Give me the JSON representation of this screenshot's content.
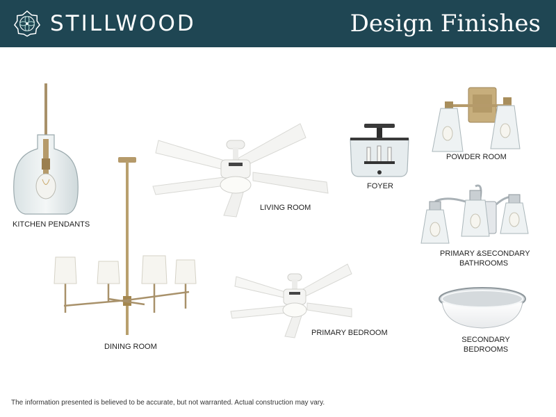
{
  "header": {
    "brand": "STILLWOOD",
    "title": "Design Finishes",
    "background_color": "#1f4653",
    "logo_icon": "rosette-logo-icon"
  },
  "fixtures": [
    {
      "label": "KITCHEN PENDANTS",
      "icon": "glass-pendant-light-icon"
    },
    {
      "label": "DINING ROOM",
      "icon": "brass-chandelier-icon"
    },
    {
      "label": "LIVING ROOM",
      "icon": "white-ceiling-fan-icon"
    },
    {
      "label": "PRIMARY BEDROOM",
      "icon": "white-ceiling-fan-icon"
    },
    {
      "label": "FOYER",
      "icon": "semi-flush-mount-light-icon"
    },
    {
      "label": "POWDER ROOM",
      "icon": "brass-vanity-light-icon"
    },
    {
      "label": "PRIMARY &SECONDARY",
      "label_line2": "BATHROOMS",
      "icon": "chrome-vanity-light-icon"
    },
    {
      "label": "SECONDARY",
      "label_line2": "BEDROOMS",
      "icon": "flush-mount-light-icon"
    }
  ],
  "footer": {
    "disclaimer": "The information presented is believed to be accurate, but not warranted. Actual construction may vary."
  }
}
